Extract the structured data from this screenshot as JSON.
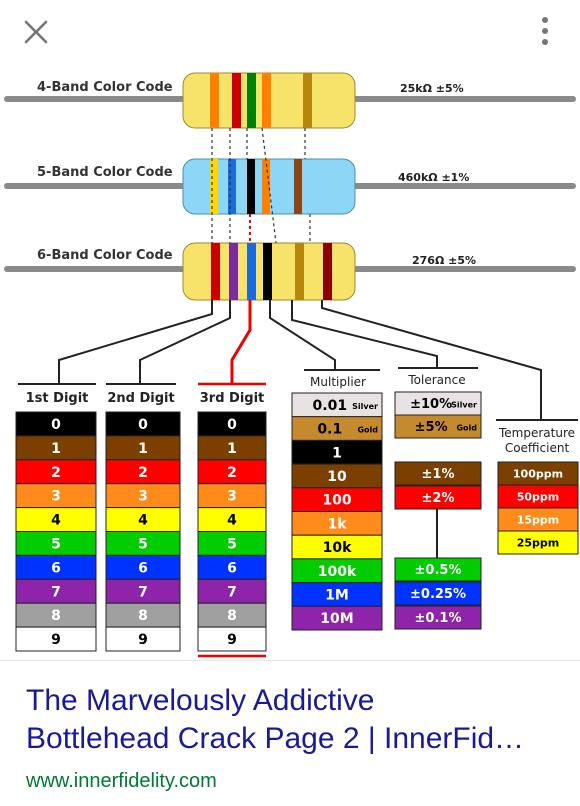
{
  "header": {
    "close_icon": "close-icon",
    "menu_icon": "more-vert-icon"
  },
  "diagram": {
    "resistors": [
      {
        "label": "4-Band Color Code",
        "value": "25kΩ ±5%",
        "body_color": "#f8e36a",
        "bands": [
          "#ff8000",
          "#cc0000",
          "#008000",
          "#ff8000",
          "#b8860b"
        ]
      },
      {
        "label": "5-Band Color Code",
        "value": "460kΩ ±1%",
        "body_color": "#8ed6f5",
        "bands": [
          "#ffd700",
          "#1b6ad9",
          "#000000",
          "#ff8000",
          "#8b4513"
        ]
      },
      {
        "label": "6-Band Color Code",
        "value": "276Ω ±5%",
        "body_color": "#f8e36a",
        "bands": [
          "#cc0000",
          "#7a2b9e",
          "#1b6ad9",
          "#000000",
          "#b8860b",
          "#8b0000"
        ]
      }
    ],
    "columns": {
      "digit1_title": "1st Digit",
      "digit2_title": "2nd Digit",
      "digit3_title": "3rd Digit",
      "multiplier_title": "Multiplier",
      "tolerance_title": "Tolerance",
      "temp_title_1": "Temperature",
      "temp_title_2": "Coefficient"
    },
    "digits": [
      {
        "label": "0",
        "color": "#000000",
        "text": "#ffffff"
      },
      {
        "label": "1",
        "color": "#7b3f00",
        "text": "#ffffff"
      },
      {
        "label": "2",
        "color": "#ff0000",
        "text": "#ffffff"
      },
      {
        "label": "3",
        "color": "#ff8c1a",
        "text": "#ffffff"
      },
      {
        "label": "4",
        "color": "#ffff00",
        "text": "#000000"
      },
      {
        "label": "5",
        "color": "#00cc00",
        "text": "#ffffff"
      },
      {
        "label": "6",
        "color": "#0033ff",
        "text": "#ffffff"
      },
      {
        "label": "7",
        "color": "#8e24aa",
        "text": "#ffffff"
      },
      {
        "label": "8",
        "color": "#a0a0a0",
        "text": "#ffffff"
      },
      {
        "label": "9",
        "color": "#ffffff",
        "text": "#000000"
      }
    ],
    "multiplier": [
      {
        "label": "0.01",
        "small": "Silver",
        "color": "#e9e2e2",
        "text": "#000000"
      },
      {
        "label": "0.1",
        "small": "Gold",
        "color": "#c68a2e",
        "text": "#000000"
      },
      {
        "label": "1",
        "small": "",
        "color": "#000000",
        "text": "#ffffff"
      },
      {
        "label": "10",
        "small": "",
        "color": "#7b3f00",
        "text": "#ffffff"
      },
      {
        "label": "100",
        "small": "",
        "color": "#ff0000",
        "text": "#ffffff"
      },
      {
        "label": "1k",
        "small": "",
        "color": "#ff8c1a",
        "text": "#ffffff"
      },
      {
        "label": "10k",
        "small": "",
        "color": "#ffff00",
        "text": "#000000"
      },
      {
        "label": "100k",
        "small": "",
        "color": "#00cc00",
        "text": "#ffffff"
      },
      {
        "label": "1M",
        "small": "",
        "color": "#0033ff",
        "text": "#ffffff"
      },
      {
        "label": "10M",
        "small": "",
        "color": "#8e24aa",
        "text": "#ffffff"
      }
    ],
    "tolerance": [
      {
        "label": "±10%",
        "small": "Silver",
        "color": "#e9e2e2",
        "text": "#000000"
      },
      {
        "label": "±5%",
        "small": "Gold",
        "color": "#c68a2e",
        "text": "#000000"
      },
      {
        "label": "±1%",
        "small": "",
        "color": "#7b3f00",
        "text": "#ffffff"
      },
      {
        "label": "±2%",
        "small": "",
        "color": "#ff0000",
        "text": "#ffffff"
      },
      {
        "label": "±0.5%",
        "small": "",
        "color": "#00cc00",
        "text": "#ffffff"
      },
      {
        "label": "±0.25%",
        "small": "",
        "color": "#0033ff",
        "text": "#ffffff"
      },
      {
        "label": "±0.1%",
        "small": "",
        "color": "#8e24aa",
        "text": "#ffffff"
      }
    ],
    "temperature": [
      {
        "label": "100ppm",
        "color": "#7b3f00",
        "text": "#ffffff"
      },
      {
        "label": "50ppm",
        "color": "#ff0000",
        "text": "#ffffff"
      },
      {
        "label": "15ppm",
        "color": "#ff8c1a",
        "text": "#ffffff"
      },
      {
        "label": "25ppm",
        "color": "#ffff00",
        "text": "#000000"
      }
    ]
  },
  "result": {
    "title_line1": "The Marvelously Addictive",
    "title_line2": "Bottlehead Crack Page 2 | InnerFid…",
    "source": "www.innerfidelity.com"
  }
}
